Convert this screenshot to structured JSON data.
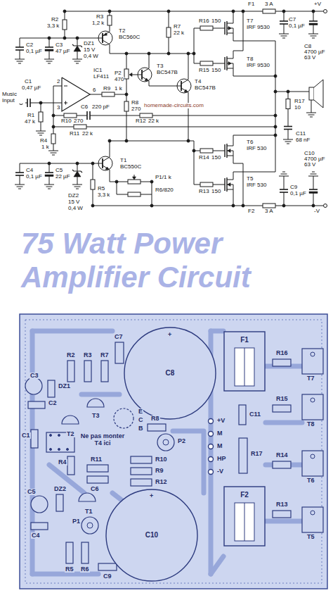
{
  "diagram": {
    "title": "75 Watt Power Amplifier Circuit",
    "nodes": [
      {
        "text": [
          "C8"
        ]
      },
      {
        "text": [
          "F1"
        ]
      },
      {
        "text": [
          "C10"
        ]
      },
      {
        "text": [
          "F2"
        ]
      }
    ],
    "labels": [
      "R2",
      "3,3 k",
      "R3",
      "1,2 k",
      "T2",
      "BC560C",
      "C2",
      "0,1 µF",
      "C3",
      "47 µF",
      "DZ1",
      "15 V",
      "0,4 W",
      "R7",
      "22 k",
      "T3",
      "BC547B",
      "T4",
      "BC547B",
      "P2",
      "470",
      "R8",
      "270",
      "R16",
      "150",
      "R15",
      "150",
      "T7",
      "IRF 9530",
      "T8",
      "IRF 9530",
      "C7",
      "0,1 µF",
      "C8",
      "4700 µF",
      "63 V",
      "F1",
      "3 A",
      "+V",
      "IC1",
      "LF411",
      "2",
      "3",
      "6",
      "C1",
      "0,47 µF",
      "Music Input",
      "R1",
      "47 k",
      "R9",
      "1 k",
      "homemade-circuits.com",
      "R4",
      "1 k",
      "R10",
      "270",
      "C6",
      "220 pF",
      "R11",
      "22 k",
      "R12",
      "22 k",
      "R17",
      "10",
      "C11",
      "68 nF",
      "T6",
      "IRF 530",
      "T5",
      "IRF 530",
      "R14",
      "150",
      "R13",
      "150",
      "C4",
      "0,1 µF",
      "C5",
      "22 µF",
      "DZ2",
      "15 V",
      "0,4 W",
      "T1",
      "BC550C",
      "R5",
      "3,3 k",
      "P1/1 k",
      "R6/820",
      "C9",
      "0,1 µF",
      "C10",
      "4700 µF",
      "63 V",
      "F2",
      "3 A",
      "-V",
      "+",
      "+",
      "C7",
      "R2",
      "R3",
      "R7",
      "C3",
      "DZ1",
      "C2",
      "T3",
      "T2",
      "E",
      "C",
      "B",
      "R8",
      "Ne pas monter T4 ici",
      "P2",
      "C1",
      "R4",
      "R11",
      "R10",
      "R9",
      "C6",
      "R12",
      "R16",
      "T7",
      "R15",
      "T8",
      "C11",
      "+V",
      "M",
      "M",
      "HP",
      "-V",
      "R17",
      "R14",
      "T6",
      "R13",
      "T5",
      "C5",
      "DZ2",
      "T1",
      "C4",
      "P1",
      "R5",
      "R6",
      "C9"
    ]
  }
}
